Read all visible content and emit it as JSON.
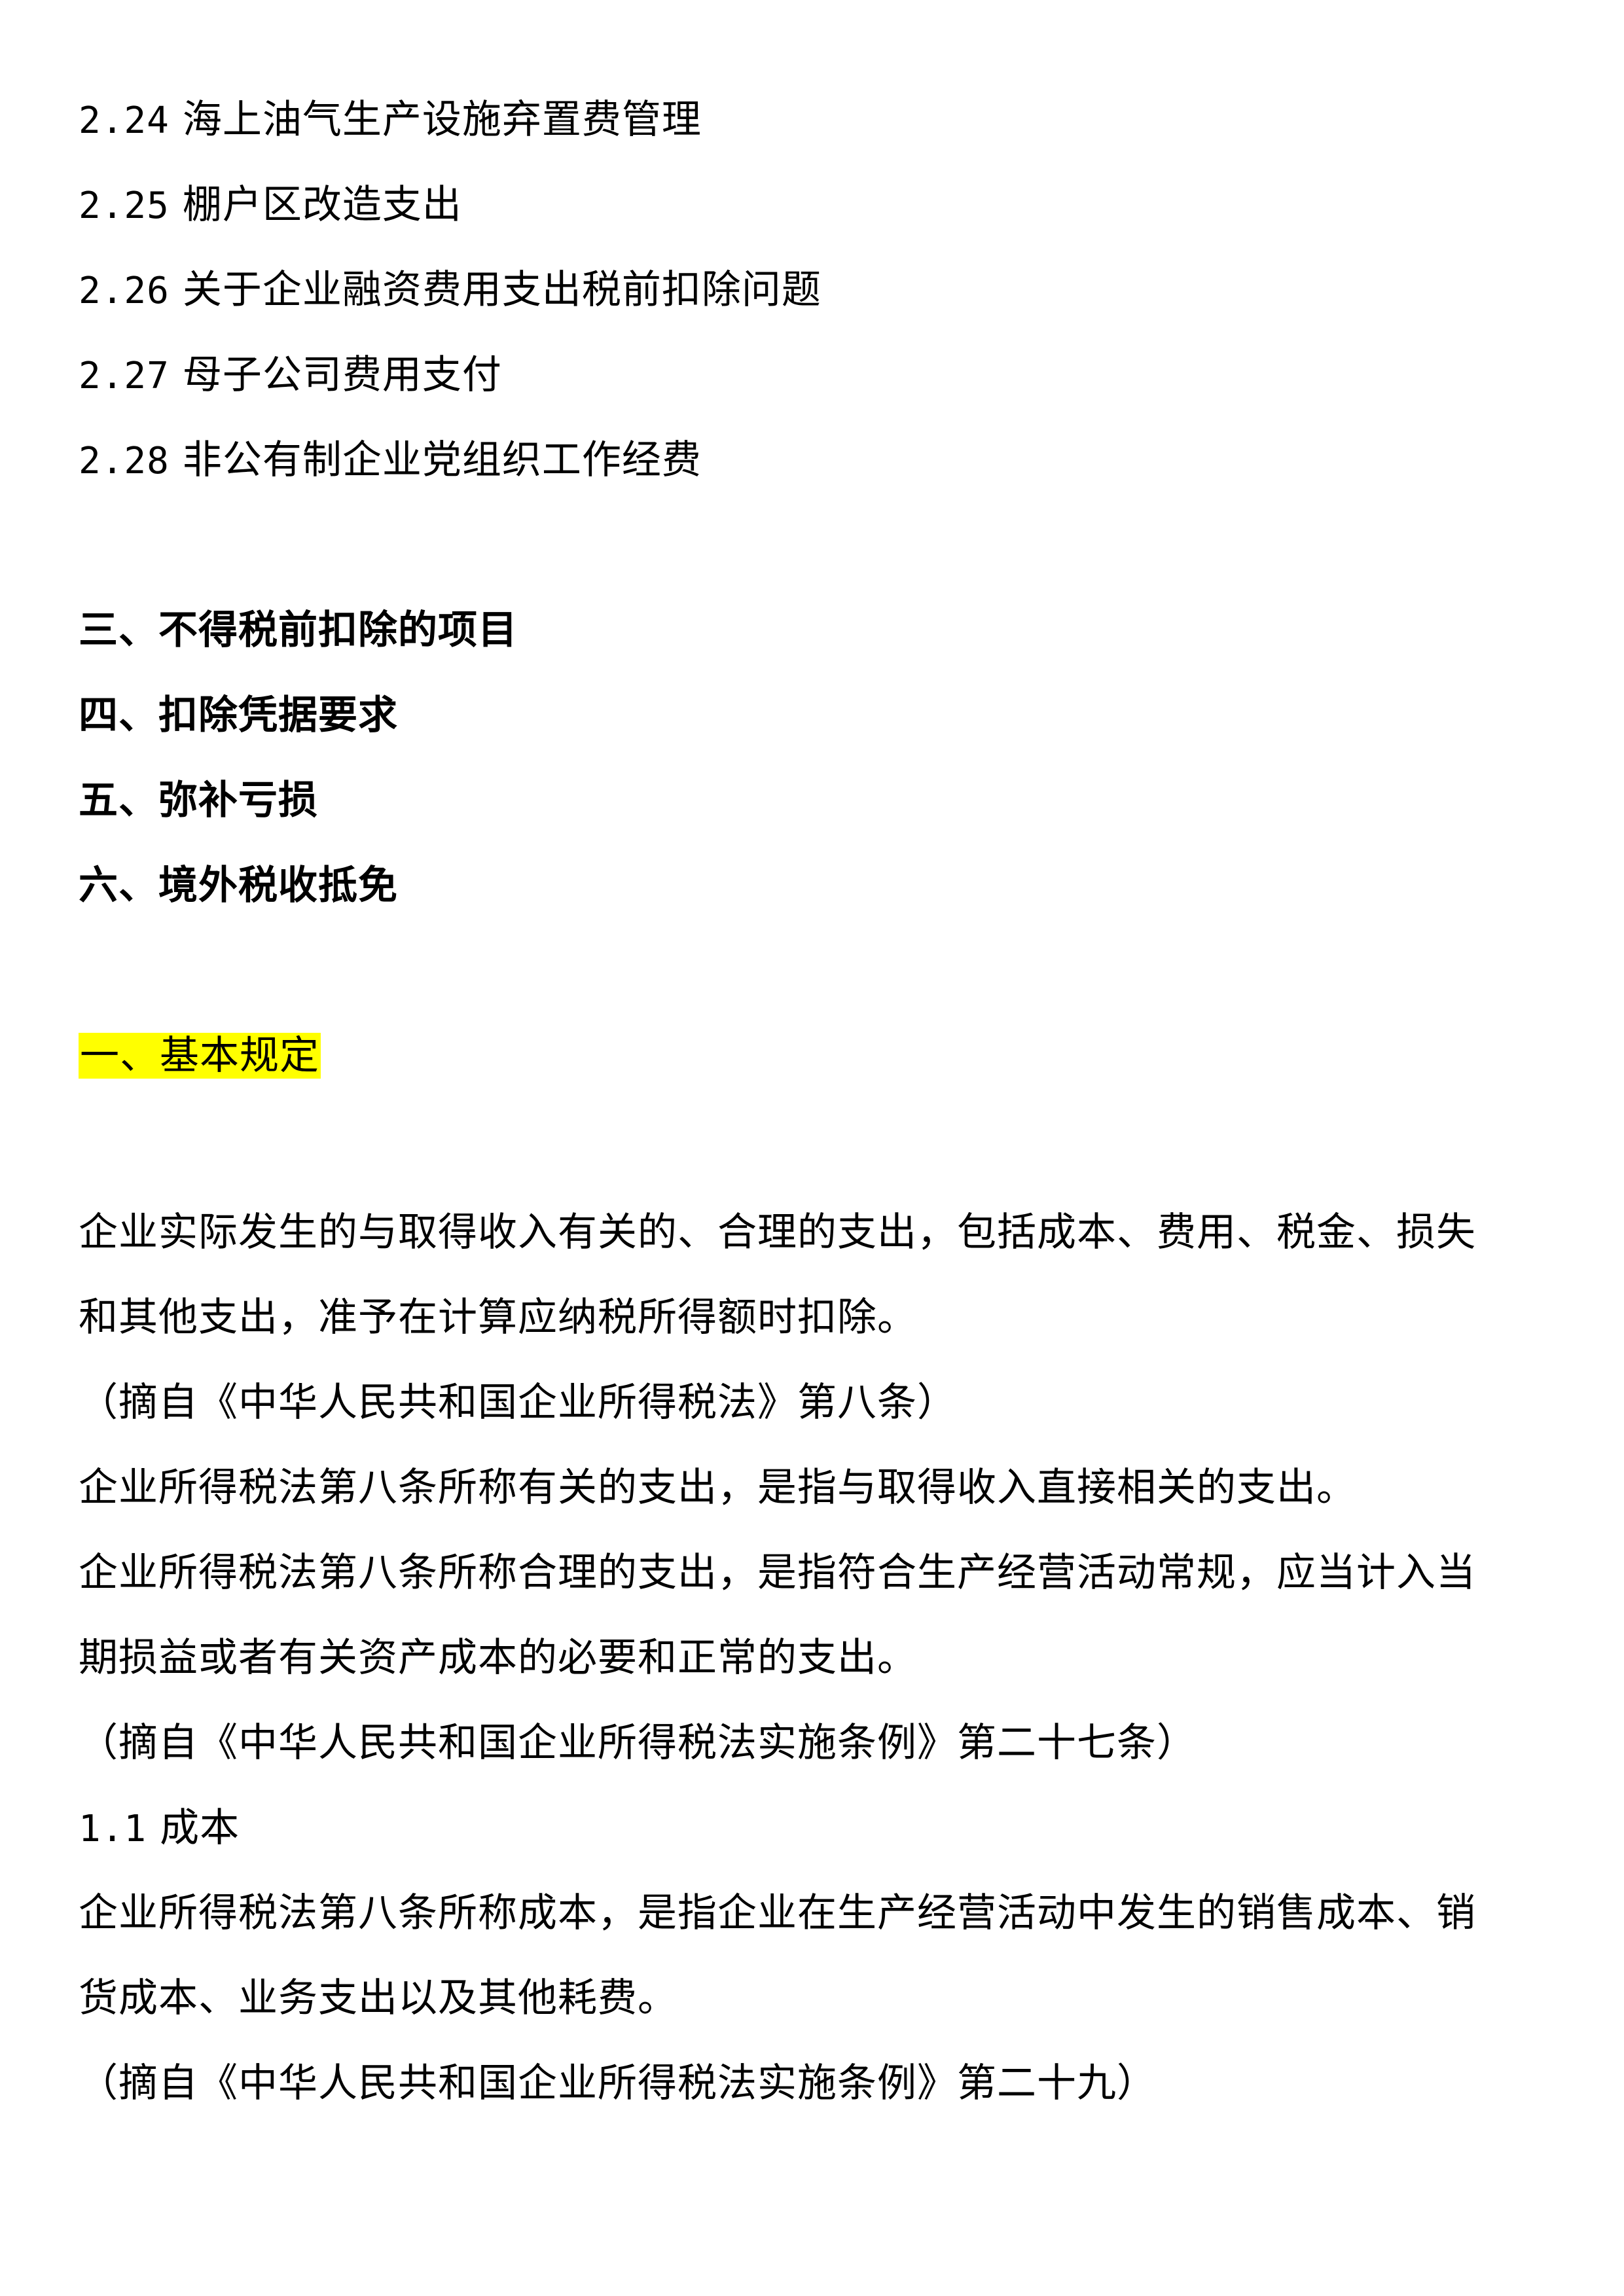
{
  "toc": {
    "items": [
      {
        "num": "2.24",
        "title": "海上油气生产设施弃置费管理"
      },
      {
        "num": "2.25",
        "title": "棚户区改造支出"
      },
      {
        "num": "2.26",
        "title": "关于企业融资费用支出税前扣除问题"
      },
      {
        "num": "2.27",
        "title": "母子公司费用支付"
      },
      {
        "num": "2.28",
        "title": "非公有制企业党组织工作经费"
      }
    ],
    "sections": [
      "三、不得税前扣除的项目",
      "四、扣除凭据要求",
      "五、弥补亏损",
      "六、境外税收抵免"
    ]
  },
  "section_heading": "一、基本规定",
  "body": {
    "para1_line1": "企业实际发生的与取得收入有关的、合理的支出，包括成本、费用、税金、损失",
    "para1_line2": "和其他支出，准予在计算应纳税所得额时扣除。",
    "source1": "（摘自《中华人民共和国企业所得税法》第八条）",
    "para2": "企业所得税法第八条所称有关的支出，是指与取得收入直接相关的支出。",
    "para3_line1": "企业所得税法第八条所称合理的支出，是指符合生产经营活动常规，应当计入当",
    "para3_line2": "期损益或者有关资产成本的必要和正常的支出。",
    "source2": "（摘自《中华人民共和国企业所得税法实施条例》第二十七条）",
    "sub_num": "1.1",
    "sub_title": "成本",
    "para4_line1": "企业所得税法第八条所称成本，是指企业在生产经营活动中发生的销售成本、销",
    "para4_line2": "货成本、业务支出以及其他耗费。",
    "source3": "（摘自《中华人民共和国企业所得税法实施条例》第二十九）"
  },
  "colors": {
    "highlight": "#ffff00",
    "text": "#000000"
  }
}
